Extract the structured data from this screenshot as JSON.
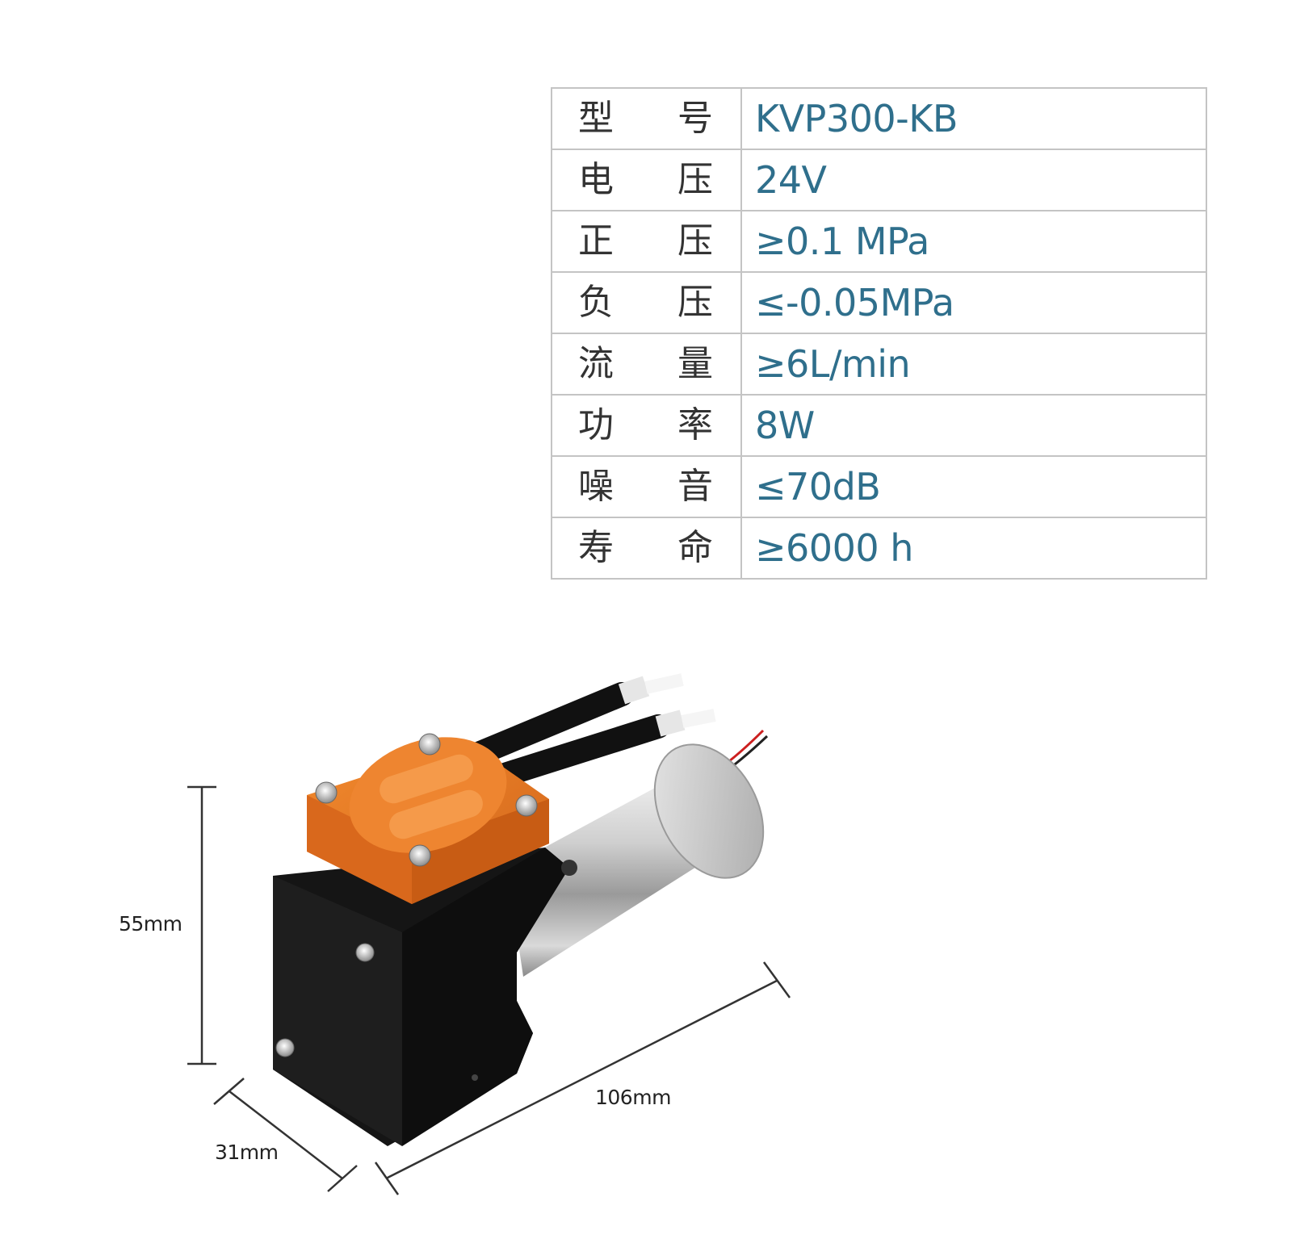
{
  "specs": [
    {
      "label_a": "型",
      "label_b": "号",
      "value": "KVP300-KB"
    },
    {
      "label_a": "电",
      "label_b": "压",
      "value": "24V"
    },
    {
      "label_a": "正",
      "label_b": "压",
      "value": "≥0.1 MPa"
    },
    {
      "label_a": "负",
      "label_b": "压",
      "value": "≤-0.05MPa"
    },
    {
      "label_a": "流",
      "label_b": "量",
      "value": "≥6L/min"
    },
    {
      "label_a": "功",
      "label_b": "率",
      "value": "8W"
    },
    {
      "label_a": "噪",
      "label_b": "音",
      "value": "≤70dB"
    },
    {
      "label_a": "寿",
      "label_b": "命",
      "value": "≥6000 h"
    }
  ],
  "dimensions": {
    "height": "55mm",
    "depth": "31mm",
    "length": "106mm"
  },
  "colors": {
    "value_text": "#2f6f8c",
    "pump_head": "#e8771f",
    "body": "#141414"
  }
}
